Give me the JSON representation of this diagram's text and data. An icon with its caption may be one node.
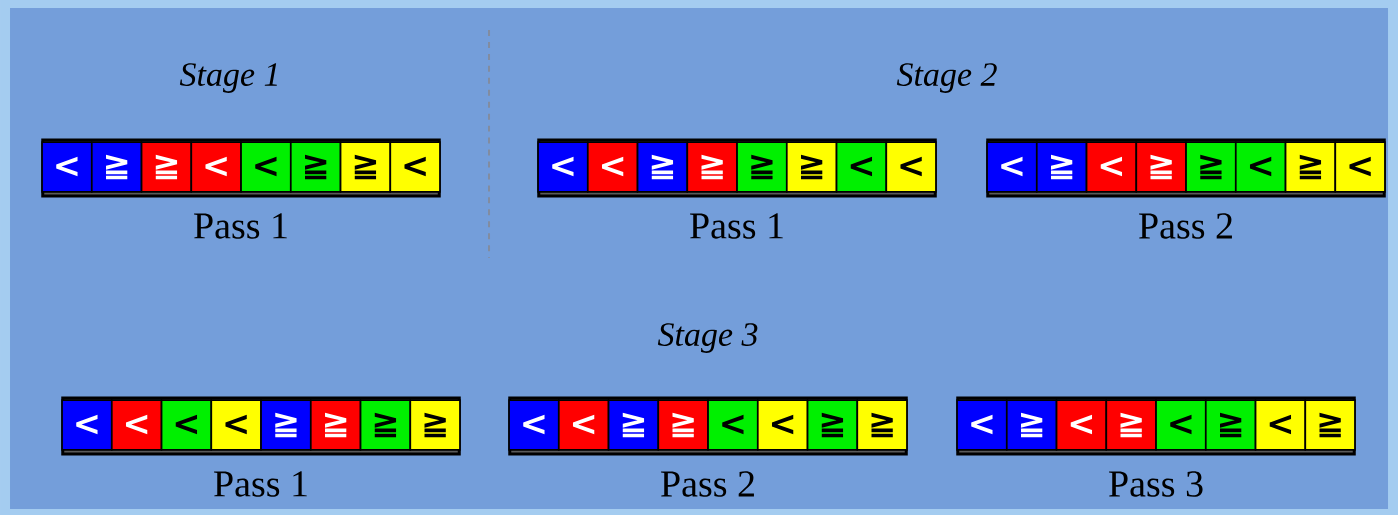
{
  "diagram": {
    "nodes": [
      {
        "text": [],
        "shape": "bar",
        "beside": [
          "Pass 1"
        ]
      },
      {
        "text": [
          "<"
        ],
        "in": 0
      },
      {
        "text": [
          "≧"
        ],
        "in": 0
      },
      {
        "text": [
          "≧"
        ],
        "in": 0
      },
      {
        "text": [
          "<"
        ],
        "in": 0
      },
      {
        "text": [
          "<"
        ],
        "in": 0
      },
      {
        "text": [
          "≧"
        ],
        "in": 0
      },
      {
        "text": [
          "≧"
        ],
        "in": 0
      },
      {
        "text": [
          "<"
        ],
        "in": 0
      },
      {
        "text": [],
        "shape": "bar",
        "beside": [
          "Pass 1"
        ]
      },
      {
        "text": [
          "<"
        ],
        "in": 9
      },
      {
        "text": [
          "<"
        ],
        "in": 9
      },
      {
        "text": [
          "≧"
        ],
        "in": 9
      },
      {
        "text": [
          "≧"
        ],
        "in": 9
      },
      {
        "text": [
          "≧"
        ],
        "in": 9
      },
      {
        "text": [
          "≧"
        ],
        "in": 9
      },
      {
        "text": [
          "<"
        ],
        "in": 9
      },
      {
        "text": [
          "<"
        ],
        "in": 9
      },
      {
        "text": [],
        "shape": "bar",
        "beside": [
          "Pass 2"
        ]
      },
      {
        "text": [
          "<"
        ],
        "in": 18
      },
      {
        "text": [
          "≧"
        ],
        "in": 18
      },
      {
        "text": [
          "<"
        ],
        "in": 18
      },
      {
        "text": [
          "≧"
        ],
        "in": 18
      },
      {
        "text": [
          "≧"
        ],
        "in": 18
      },
      {
        "text": [
          "<"
        ],
        "in": 18
      },
      {
        "text": [
          "≧"
        ],
        "in": 18
      },
      {
        "text": [
          "<"
        ],
        "in": 18
      },
      {
        "text": [],
        "shape": "bar",
        "beside": [
          "Pass 1"
        ]
      },
      {
        "text": [
          "<"
        ],
        "in": 27
      },
      {
        "text": [
          "<"
        ],
        "in": 27
      },
      {
        "text": [
          "<"
        ],
        "in": 27
      },
      {
        "text": [
          "<"
        ],
        "in": 27
      },
      {
        "text": [
          "≧"
        ],
        "in": 27
      },
      {
        "text": [
          "≧"
        ],
        "in": 27
      },
      {
        "text": [
          "≧"
        ],
        "in": 27
      },
      {
        "text": [
          "≧"
        ],
        "in": 27
      },
      {
        "text": [],
        "shape": "bar",
        "beside": [
          "Pass 2"
        ]
      },
      {
        "text": [
          "<"
        ],
        "in": 36
      },
      {
        "text": [
          "<"
        ],
        "in": 36
      },
      {
        "text": [
          "≧"
        ],
        "in": 36
      },
      {
        "text": [
          "≧"
        ],
        "in": 36
      },
      {
        "text": [
          "<"
        ],
        "in": 36
      },
      {
        "text": [
          "<"
        ],
        "in": 36
      },
      {
        "text": [
          "≧"
        ],
        "in": 36
      },
      {
        "text": [
          "≧"
        ],
        "in": 36
      },
      {
        "text": [],
        "shape": "bar",
        "beside": [
          "Pass 3"
        ]
      },
      {
        "text": [
          "<"
        ],
        "in": 45
      },
      {
        "text": [
          "≧"
        ],
        "in": 45
      },
      {
        "text": [
          "<"
        ],
        "in": 45
      },
      {
        "text": [
          "≧"
        ],
        "in": 45
      },
      {
        "text": [
          "<"
        ],
        "in": 45
      },
      {
        "text": [
          "≧"
        ],
        "in": 45
      },
      {
        "text": [
          "<"
        ],
        "in": 45
      },
      {
        "text": [
          "≧"
        ],
        "in": 45
      }
    ],
    "labels": [
      "Stage 1",
      "Stage 2",
      "Stage 3"
    ]
  }
}
